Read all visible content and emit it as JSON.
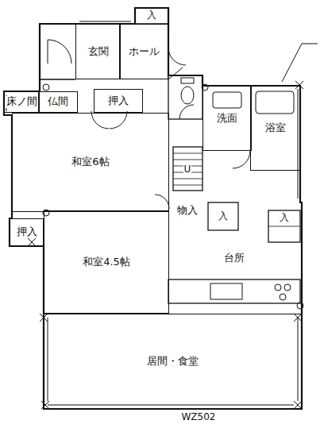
{
  "diagram": {
    "nodes": [
      {
        "text": [
          "玄関"
        ]
      },
      {
        "text": [
          "ホール"
        ]
      },
      {
        "text": [
          "床ノ間"
        ]
      },
      {
        "text": [
          "仏間"
        ]
      },
      {
        "text": [
          "押入"
        ]
      },
      {
        "text": [
          "和室6帖"
        ]
      },
      {
        "text": [
          "押入"
        ]
      },
      {
        "text": [
          "和室4.5帖"
        ]
      },
      {
        "text": [
          "洗面"
        ]
      },
      {
        "text": [
          "浴室"
        ]
      },
      {
        "text": [
          "物入"
        ]
      },
      {
        "text": [
          "台所"
        ]
      },
      {
        "text": [
          "居間・食堂"
        ]
      }
    ],
    "labels": [
      "入",
      "U",
      "入",
      "入",
      "WZ502"
    ]
  }
}
